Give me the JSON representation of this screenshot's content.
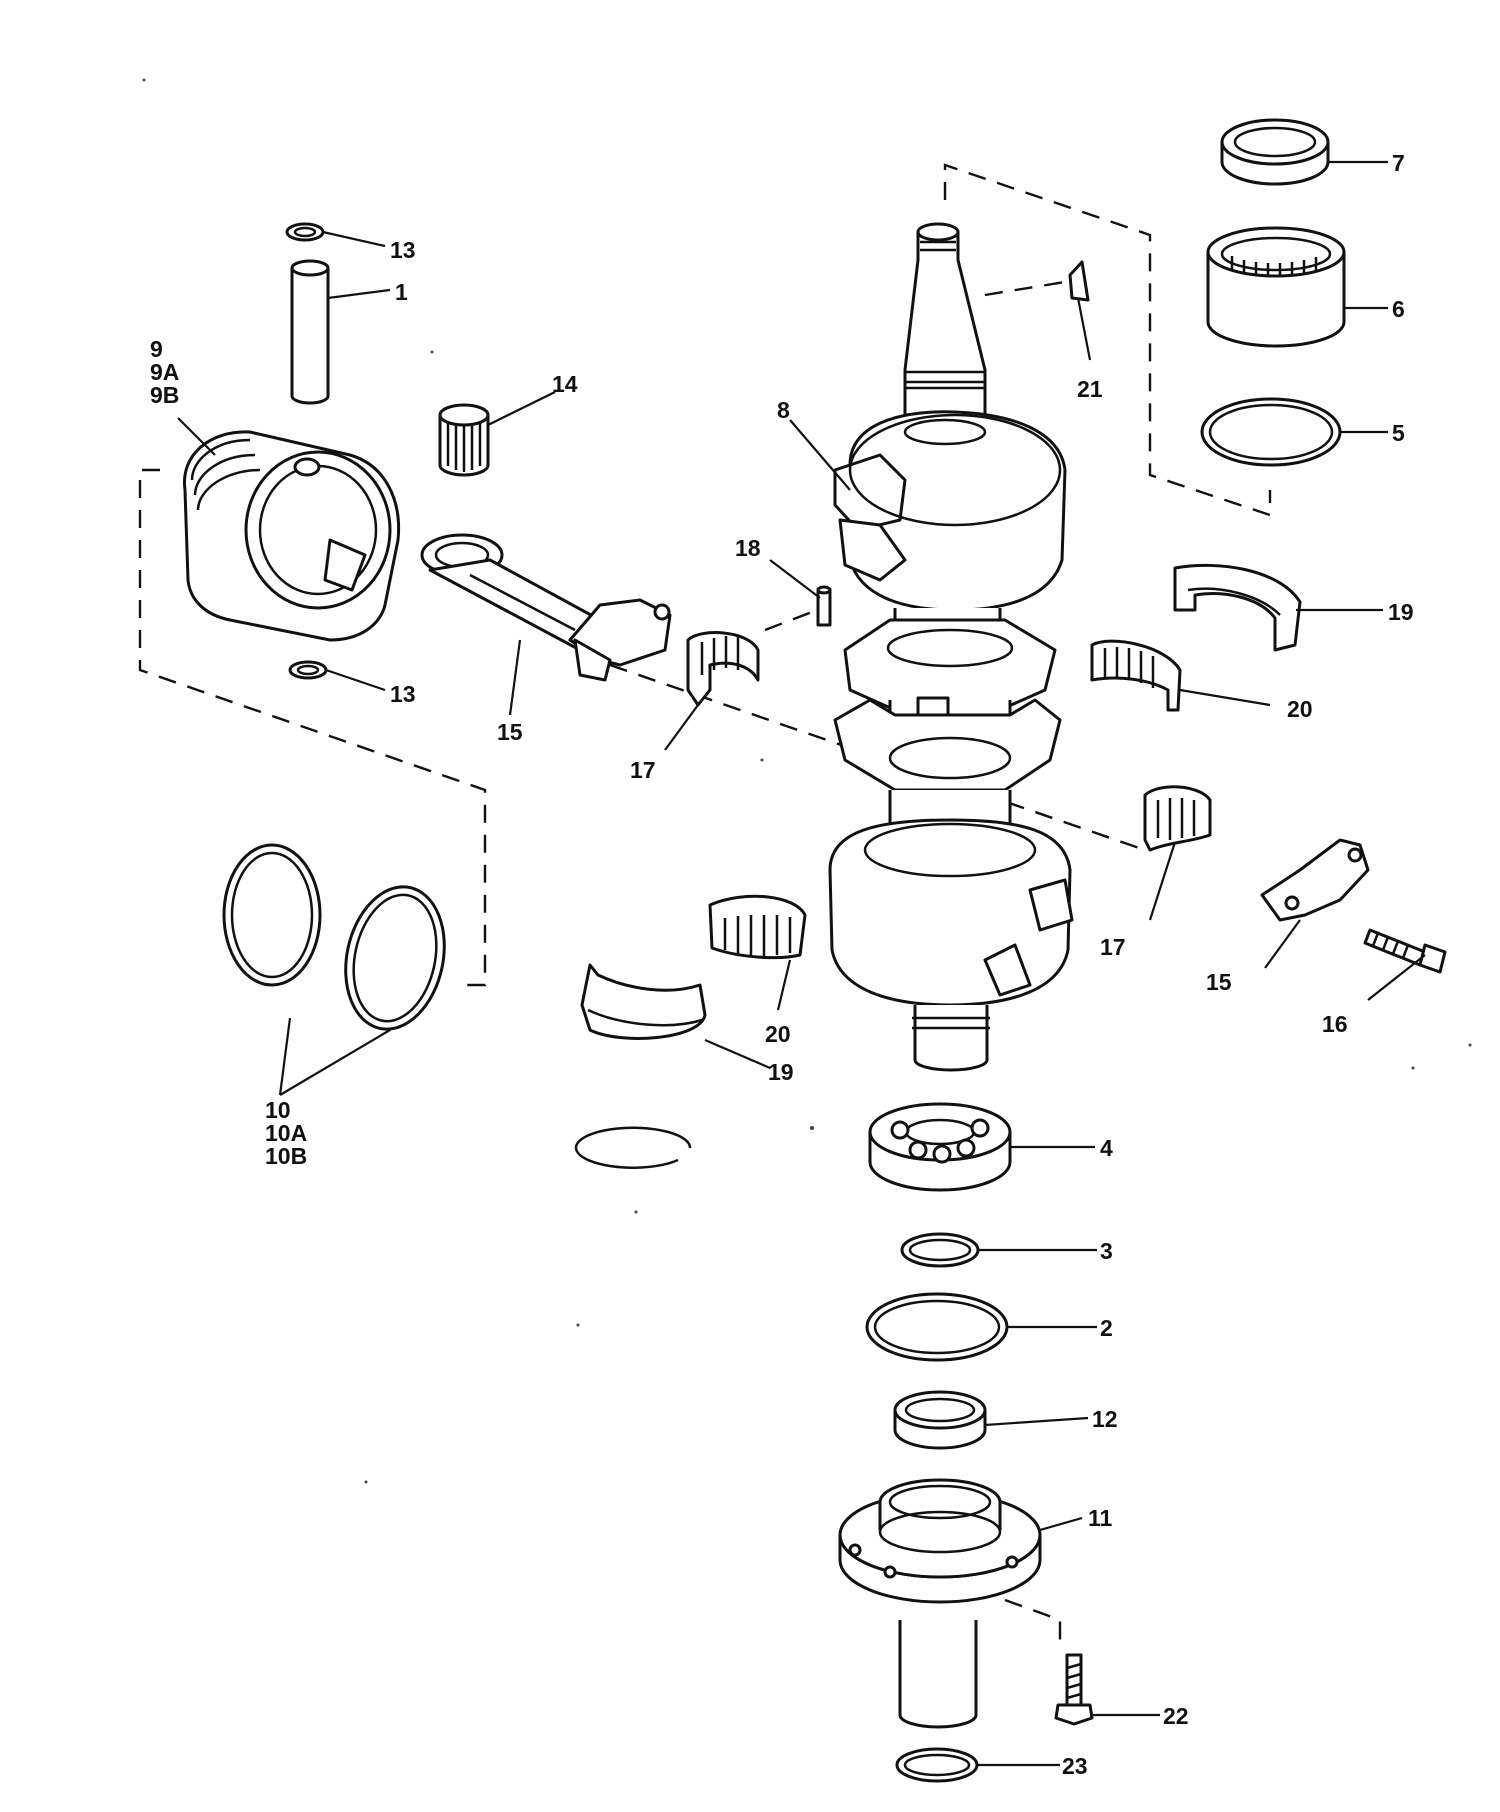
{
  "callouts": {
    "c1": "1",
    "c2": "2",
    "c3": "3",
    "c4": "4",
    "c5": "5",
    "c6": "6",
    "c7": "7",
    "c8": "8",
    "c9": "9",
    "c9a": "9A",
    "c9b": "9B",
    "c10": "10",
    "c10a": "10A",
    "c10b": "10B",
    "c11": "11",
    "c12": "12",
    "c13_top": "13",
    "c13_bottom": "13",
    "c14": "14",
    "c15_rod": "15",
    "c15_cap": "15",
    "c16": "16",
    "c17_upper": "17",
    "c17_lower": "17",
    "c18": "18",
    "c19_upper": "19",
    "c19_lower": "19",
    "c20_upper": "20",
    "c20_lower": "20",
    "c21": "21",
    "c22": "22",
    "c23": "23"
  }
}
